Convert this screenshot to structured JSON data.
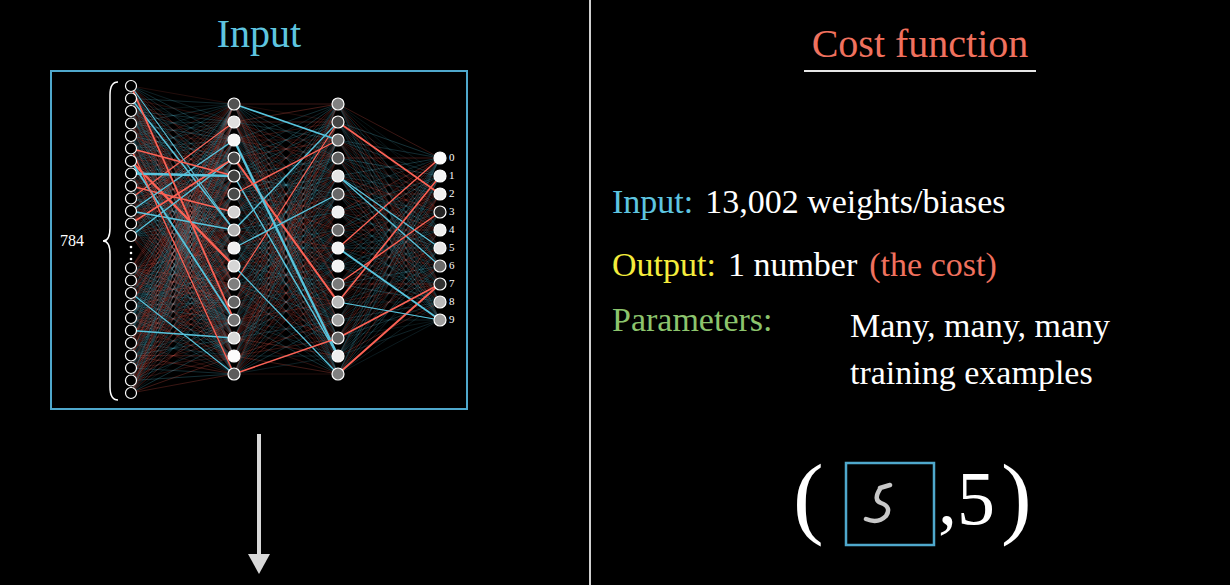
{
  "diagram": {
    "title": "Cost function",
    "nodes": [
      {
        "text": [
          "Input"
        ]
      }
    ],
    "labels": [
      "784",
      "0",
      "1",
      "2",
      "3",
      "4",
      "5",
      "6",
      "7",
      "8",
      "9",
      "Input:",
      "13,002 weights/biases",
      "Output:",
      "1 number",
      "(the cost)",
      "Parameters:",
      "Many, many, many training examples",
      "(",
      ",5",
      ")"
    ]
  }
}
